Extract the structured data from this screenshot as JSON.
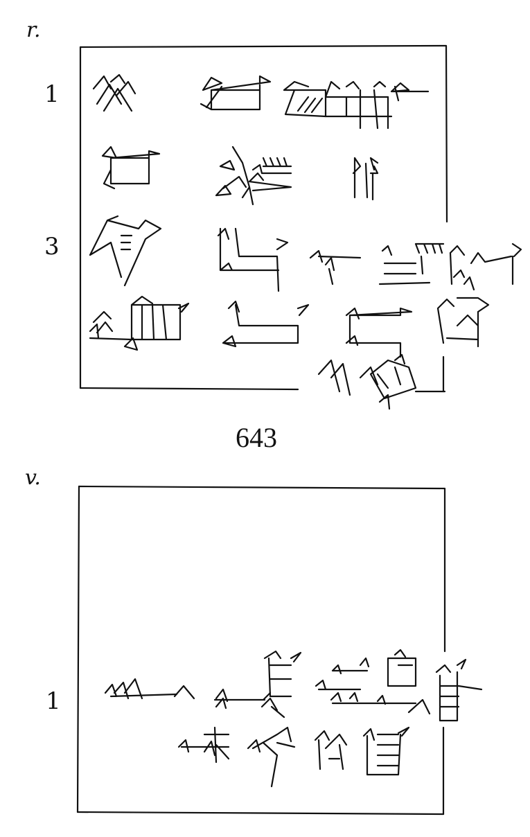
{
  "obverse": {
    "side_label": "r.",
    "line_labels": [
      "1",
      "3"
    ]
  },
  "tablet_number": "643",
  "reverse": {
    "side_label": "v.",
    "line_labels": [
      "1"
    ]
  }
}
